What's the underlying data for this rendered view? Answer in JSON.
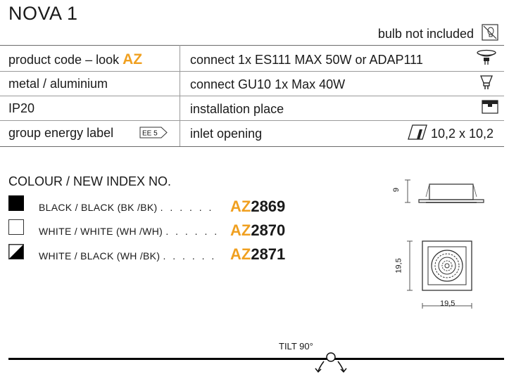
{
  "title": "NOVA 1",
  "bulb_note": "bulb not included",
  "specs": {
    "left": [
      {
        "label": "product code – look ",
        "accent": "AZ"
      },
      {
        "label": "metal / aluminium"
      },
      {
        "label": "IP20"
      },
      {
        "label": "group energy label",
        "badge": "EE 5"
      }
    ],
    "right": [
      {
        "label": "connect 1x ES111 MAX 50W or ADAP111",
        "icon": "es111-bulb-icon"
      },
      {
        "label": "connect GU10 1x Max 40W",
        "icon": "gu10-bulb-icon"
      },
      {
        "label": "installation place",
        "icon": "ceiling-install-icon"
      },
      {
        "label": "inlet opening",
        "value": "10,2 x 10,2",
        "icon": "inlet-opening-icon"
      }
    ]
  },
  "colours": {
    "heading": "COLOUR / NEW INDEX NO.",
    "items": [
      {
        "name": "BLACK / BLACK (BK /BK)",
        "dots": ". . . . . .",
        "prefix": "AZ",
        "number": "2869",
        "swatch": "black"
      },
      {
        "name": "WHITE / WHITE (WH /WH)",
        "dots": ". . . . . .",
        "prefix": "AZ",
        "number": "2870",
        "swatch": "white"
      },
      {
        "name": "WHITE / BLACK (WH /BK)",
        "dots": ". . . . . .",
        "prefix": "AZ",
        "number": "2871",
        "swatch": "white-black"
      }
    ]
  },
  "dimensions": {
    "height": "9",
    "side": "19,5",
    "width": "19,5"
  },
  "tilt": "TILT 90°",
  "colors": {
    "accent": "#f0a020",
    "text": "#1a1a1a",
    "line": "#6b6b6b"
  }
}
